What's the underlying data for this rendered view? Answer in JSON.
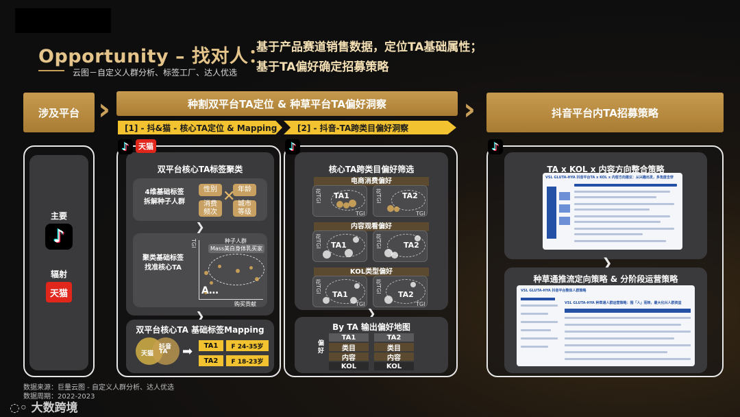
{
  "header": {
    "title": "Opportunity – 找对人：",
    "subtitle": "云图－自定义人群分析、标签工厂、达人优选",
    "headline_line1": "基于产品赛道销售数据，定位TA基础属性；",
    "headline_line2": "基于TA偏好确定招募策略"
  },
  "top_bars": {
    "platform": "涉及平台",
    "middle": "种割双平台TA定位 & 种草平台TA偏好洞察",
    "right": "抖音平台内TA招募策略"
  },
  "tabs": {
    "tab1": "[1] - 抖&猫 - 核心TA定位 & Mapping",
    "tab2": "[2] - 抖音-TA跨类目偏好洞察"
  },
  "platforms": {
    "main_label": "主要",
    "radiate_label": "辐射",
    "tmall_logo": "天猫"
  },
  "panel1": {
    "tmall_badge": "天猫",
    "card1_title": "双平台核心TA标签聚类",
    "card1_left": "4维基础标签\n拆解种子人群",
    "tags": [
      "性别",
      "年龄",
      "消费\n频次",
      "城市\n等级"
    ],
    "card2_left": "聚类基础标签\n找准核心TA",
    "tgi_axis": "TGI",
    "seed_label": "种子人群",
    "mass_label": "Mass美白身体乳买家",
    "a_label": "A…",
    "purchase_label": "购买贡献",
    "card3_title": "双平台核心TA 基础标签Mapping",
    "venn_douyin": "抖音",
    "venn_tmall": "天猫",
    "venn_ta": "TA",
    "rows": [
      {
        "ta": "TA1",
        "age": "F 24-35岁"
      },
      {
        "ta": "TA2",
        "age": "F 18-23岁"
      }
    ]
  },
  "panel2": {
    "title": "核心TA跨类目偏好筛选",
    "sections": [
      "电商消费偏好",
      "内容观看偏好",
      "KOL类型偏好"
    ],
    "ta1": "TA1",
    "ta2": "TA2",
    "tgi": "TGI",
    "tgi_v": "花TGI",
    "map_title": "By TA 输出偏好地图",
    "map_side": "偏好",
    "map_rows": [
      "类目",
      "内容",
      "KOL"
    ]
  },
  "panel3": {
    "card1_title": "TA x KOL x 内容方向整合策略",
    "doc1_title": "VSL GLUTA-HYA 抖音平台TA x KOL x 内容方向建议：从兴趣出发，多角度击穿",
    "card2_title": "种草通推流定向策略 & 分阶段运营策略",
    "doc2_title": "VSL GLUTA-HYA 抖音平台整体人群策略",
    "doc2_sub": "VSL GLUTA-HYA 种草通人群运营策略：围「人」而转，最大化兴人群资益"
  },
  "footer": {
    "source": "数据来源：巨量云图 - 自定义人群分析、达人优选",
    "period": "数据周期：2022-2023",
    "brand": "大数跨境"
  },
  "colors": {
    "gold": "#c79b4f",
    "yellow": "#f2c230",
    "tmall_red": "#e1261c"
  }
}
